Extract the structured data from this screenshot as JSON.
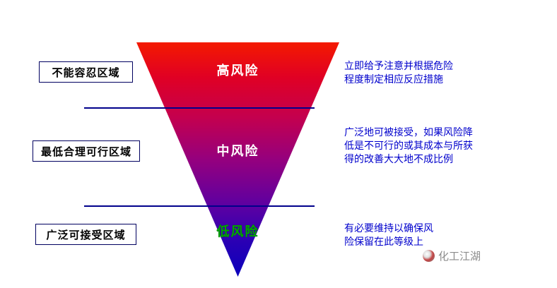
{
  "diagram": {
    "title_implicit": "风险分级倒三角图",
    "regions": [
      {
        "label": "不能容忍区域",
        "risk": "高风险",
        "note": "立即给予注意并根据危险\n程度制定相应反应措施"
      },
      {
        "label": "最低合理可行区域",
        "risk": "中风险",
        "note": "广泛地可被接受，如果风险降\n低是不可行的或其成本与所获\n得的改善大大地不成比例"
      },
      {
        "label": "广泛可接受区域",
        "risk": "低风险",
        "note": "有必要维持以确保风\n险保留在此等级上"
      }
    ],
    "colors": {
      "triangle_top": "#f41a00",
      "triangle_middle": "#95007e",
      "triangle_bottom": "#0b00bc",
      "divider_line": "#00008b",
      "note_text": "#0000cc",
      "high_risk_label": "#ffffff",
      "mid_risk_label": "#ffffff",
      "low_risk_label": "#00a800",
      "region_box_border": "#000060"
    },
    "watermark": "化工江湖"
  }
}
